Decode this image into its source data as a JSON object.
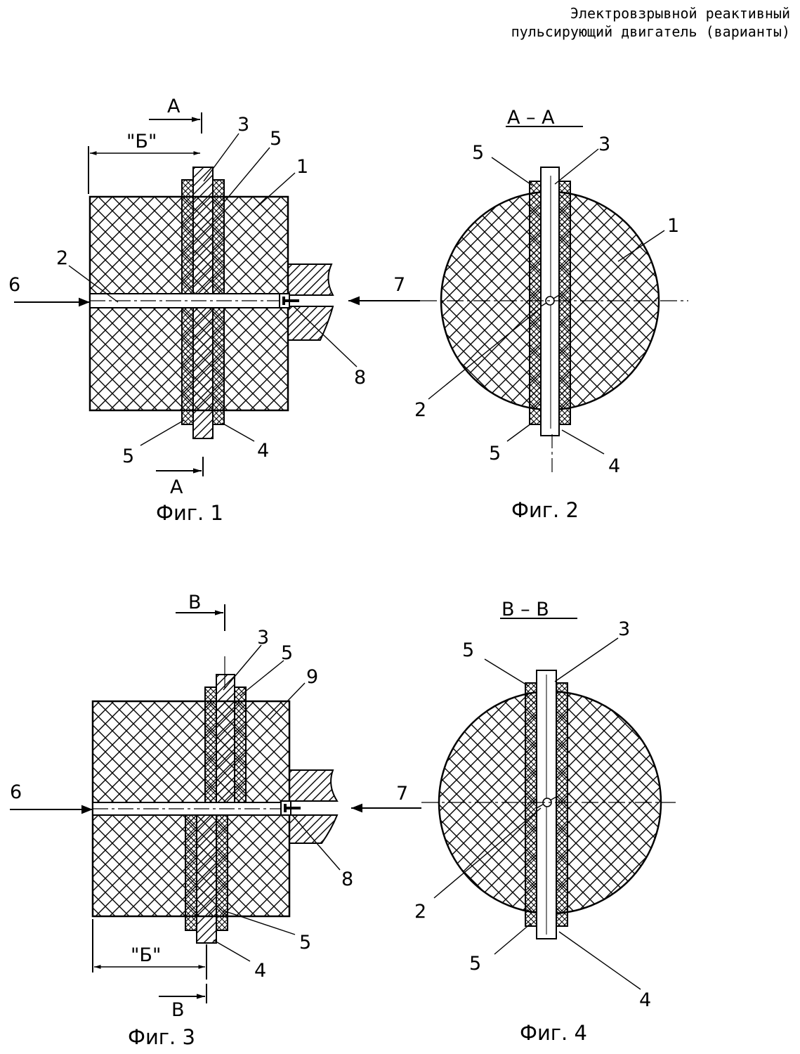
{
  "header": {
    "title_line1": "Электровзрывной реактивный",
    "title_line2": "пульсирующий двигатель (варианты)"
  },
  "fig1": {
    "caption": "Фиг. 1",
    "section_top": "А",
    "section_bottom": "А",
    "dimension": "\"Б\"",
    "labels": [
      "3",
      "5",
      "1",
      "2",
      "6",
      "8",
      "5",
      "4"
    ]
  },
  "fig2": {
    "caption": "Фиг. 2",
    "section_title": "А – А",
    "labels": [
      "5",
      "3",
      "1",
      "7",
      "2",
      "5",
      "4"
    ]
  },
  "fig3": {
    "caption": "Фиг. 3",
    "section_top": "В",
    "section_bottom": "В",
    "dimension": "\"Б\"",
    "labels": [
      "3",
      "5",
      "9",
      "6",
      "8",
      "5",
      "4"
    ]
  },
  "fig4": {
    "caption": "Фиг. 4",
    "section_title": "В – В",
    "labels": [
      "5",
      "3",
      "7",
      "2",
      "5",
      "4"
    ]
  },
  "colors": {
    "ink": "#000000",
    "paper": "#ffffff"
  }
}
